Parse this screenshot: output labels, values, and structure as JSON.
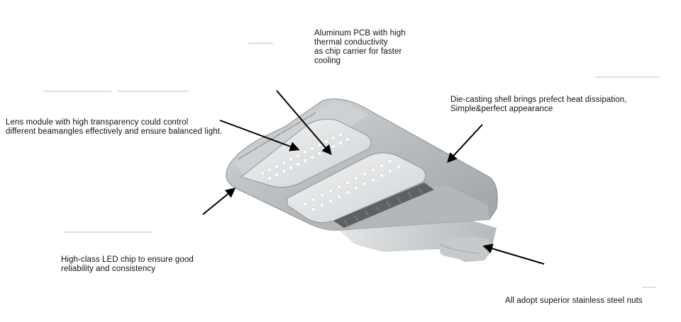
{
  "annotations": {
    "pcb": "Aluminum PCB with high\nthermal conductivity\nas chip carrier for faster\ncooling",
    "lens": "Lens module with high transparency could  control\ndifferent beamangles effectively and ensure balanced light.",
    "shell": "Die-casting shell brings prefect heat dissipation,\nSimple&perfect appearance",
    "chip": "High-class LED chip to ensure good\nreliability and consistency",
    "nuts": "All adopt superior stainless steel nuts"
  },
  "colors": {
    "background": "#ffffff",
    "text": "#111111",
    "housing": "#a9adb0",
    "housing_light": "#cfd2d4",
    "lens": "#e3e6e8",
    "led": "#f4f4f2",
    "arrow": "#000000"
  }
}
